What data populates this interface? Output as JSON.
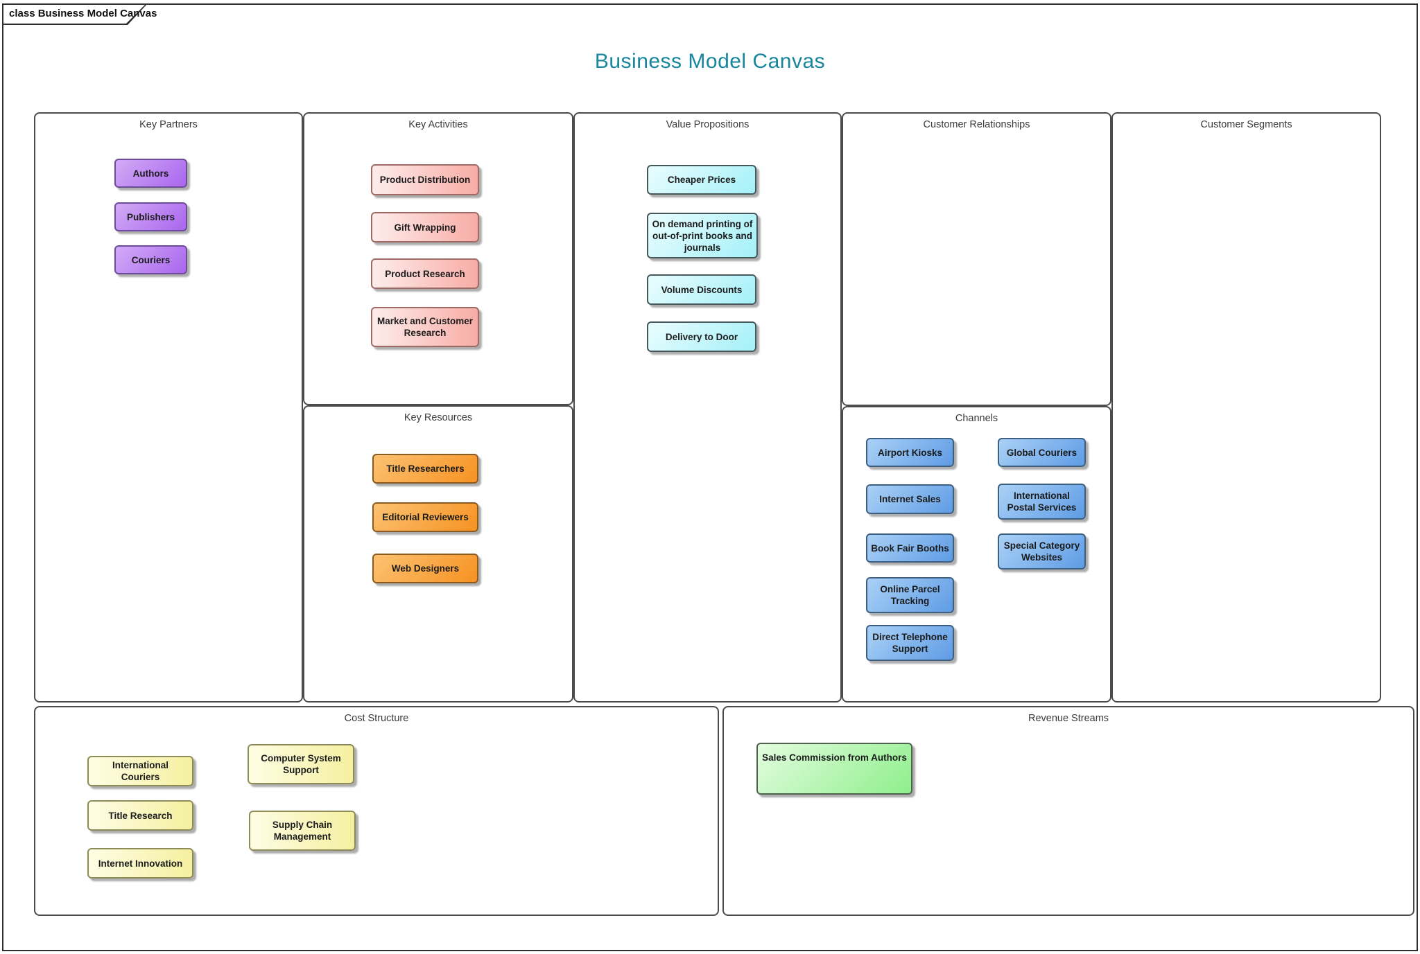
{
  "frame": {
    "tab_label": "class Business Model Canvas"
  },
  "title": "Business Model Canvas",
  "colors": {
    "title_text": "#17869C",
    "section_border": "#4b4b4b",
    "node_text": "#1b1b1b",
    "purple_fill": [
      "#d3abf6",
      "#a966ee"
    ],
    "purple_border": "#6c4b9b",
    "pink_fill": [
      "#fdedeb",
      "#f8aca6"
    ],
    "pink_border": "#9f6a64",
    "cyan_fill": [
      "#eafdfe",
      "#a4f0f8"
    ],
    "cyan_border": "#47585b",
    "blue_fill": [
      "#aad1f6",
      "#5f9ce5"
    ],
    "blue_border": "#3c5f82",
    "orange_fill": [
      "#fcc272",
      "#f69222"
    ],
    "orange_border": "#8a5a20",
    "yellow_fill": [
      "#fefde4",
      "#f5f0a0"
    ],
    "yellow_border": "#8d8b58",
    "green_fill": [
      "#e3fcdf",
      "#8fef8c"
    ],
    "green_border": "#50614f"
  },
  "sections": {
    "key_partners": {
      "label": "Key Partners",
      "items": [
        "Authors",
        "Publishers",
        "Couriers"
      ]
    },
    "key_activities": {
      "label": "Key Activities",
      "items": [
        "Product Distribution",
        "Gift Wrapping",
        "Product Research",
        "Market and Customer Research"
      ]
    },
    "key_resources": {
      "label": "Key Resources",
      "items": [
        "Title Researchers",
        "Editorial Reviewers",
        "Web Designers"
      ]
    },
    "value_propositions": {
      "label": "Value Propositions",
      "items": [
        "Cheaper Prices",
        "On demand printing of out-of-print books and journals",
        "Volume Discounts",
        "Delivery to Door"
      ]
    },
    "customer_relationships": {
      "label": "Customer Relationships",
      "items": []
    },
    "channels": {
      "label": "Channels",
      "items": [
        "Airport Kiosks",
        "Internet Sales",
        "Book Fair Booths",
        "Online Parcel Tracking",
        "Direct Telephone Support",
        "Global Couriers",
        "International Postal Services",
        "Special Category Websites"
      ]
    },
    "customer_segments": {
      "label": "Customer Segments",
      "items": []
    },
    "cost_structure": {
      "label": "Cost Structure",
      "items": [
        "International Couriers",
        "Title Research",
        "Internet Innovation",
        "Computer System Support",
        "Supply Chain Management"
      ]
    },
    "revenue_streams": {
      "label": "Revenue Streams",
      "items": [
        "Sales Commission from Authors"
      ]
    }
  }
}
